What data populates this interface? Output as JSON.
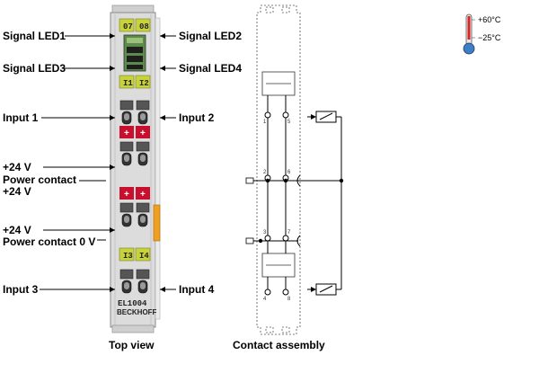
{
  "left_labels": {
    "signal_led1": "Signal LED1",
    "signal_led3": "Signal LED3",
    "input1": "Input 1",
    "plus24v_a": "+24 V",
    "power_contact": "Power contact",
    "plus24v_b": "+24 V",
    "plus24v_c": "+24 V",
    "power_contact_0v": "Power contact 0 V",
    "input3": "Input 3"
  },
  "right_labels": {
    "signal_led2": "Signal LED2",
    "signal_led4": "Signal LED4",
    "input2": "Input 2",
    "input4": "Input 4"
  },
  "module": {
    "led_top_left": "07",
    "led_top_right": "08",
    "led_i1": "I1",
    "led_i2": "I2",
    "led_i3": "I3",
    "led_i4": "I4",
    "plus_a": "+",
    "plus_b": "+",
    "plus_c": "+",
    "plus_d": "+",
    "model": "EL1004",
    "brand": "BECKHOFF"
  },
  "contact_numbers": {
    "n1": "1",
    "n5": "5",
    "n2": "2",
    "n6": "6",
    "n3": "3",
    "n7": "7",
    "n4": "4",
    "n8": "8"
  },
  "captions": {
    "top_view": "Top view",
    "contact_assembly": "Contact assembly"
  },
  "temperature": {
    "max": "+60°C",
    "min": "−25°C"
  },
  "colors": {
    "led_yellow": "#c8d33a",
    "plus_red": "#c8102e",
    "orange_tab": "#f0a020",
    "module_grey": "#dcdcdc",
    "thermo_red": "#d22",
    "thermo_blue": "#3a7fc8"
  }
}
